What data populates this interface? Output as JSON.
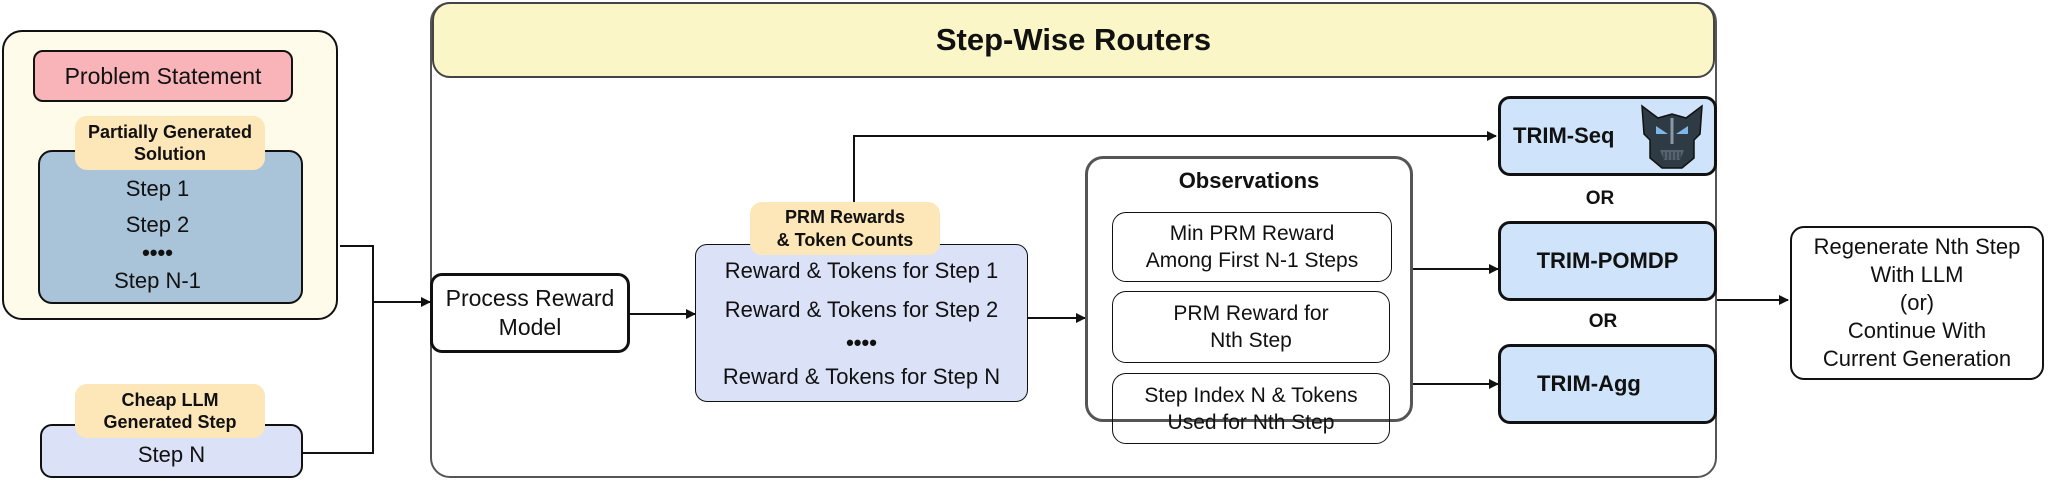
{
  "left_panel": {
    "problem_statement": "Problem Statement",
    "partial_label_line1": "Partially Generated",
    "partial_label_line2": "Solution",
    "steps": [
      "Step 1",
      "Step 2",
      "••••",
      "Step N-1"
    ]
  },
  "cheap_llm": {
    "label_line1": "Cheap LLM",
    "label_line2": "Generated Step",
    "step": "Step N"
  },
  "routers_title": "Step-Wise Routers",
  "prm_box": {
    "line1": "Process Reward",
    "line2": "Model"
  },
  "rewards": {
    "label_line1": "PRM Rewards",
    "label_line2": "& Token Counts",
    "rows": [
      "Reward & Tokens for Step 1",
      "Reward & Tokens for Step 2",
      "••••",
      "Reward & Tokens for Step N"
    ]
  },
  "observations": {
    "title": "Observations",
    "items": [
      {
        "line1": "Min PRM Reward",
        "line2": "Among First N-1 Steps"
      },
      {
        "line1": "PRM Reward for",
        "line2": "Nth Step"
      },
      {
        "line1": "Step Index N & Tokens",
        "line2": "Used for Nth Step"
      }
    ]
  },
  "routers": {
    "seq": "TRIM-Seq",
    "pomdp": "TRIM-POMDP",
    "agg": "TRIM-Agg",
    "or_labels": [
      "OR",
      "OR"
    ]
  },
  "output": {
    "lines": [
      "Regenerate Nth Step",
      "With LLM",
      "(or)",
      "Continue With",
      "Current Generation"
    ]
  },
  "colors": {
    "cream": "#fffbea",
    "pink": "#f8b4b8",
    "steel_blue": "#a9c3d8",
    "lavender": "#dbe1f7",
    "peach": "#fde6b8",
    "title_yellow": "#fbf6c8",
    "router_blue": "#cfe3fa"
  },
  "icons": {
    "router_mascot": "robot-mask-icon"
  }
}
